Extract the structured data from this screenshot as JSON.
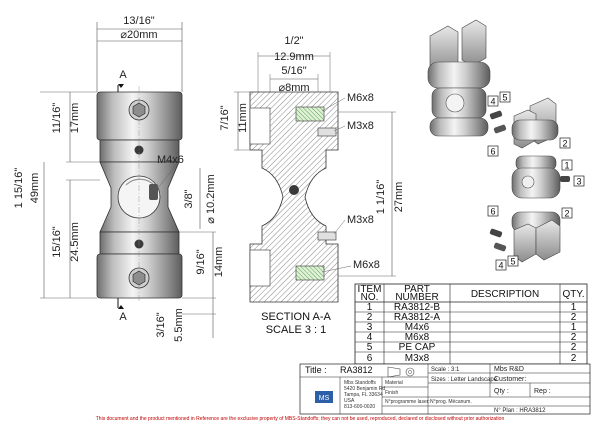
{
  "dimensions": {
    "top_width_in": "13/16\"",
    "top_width_mm": "⌀20mm",
    "upper_height_in": "11/16\"",
    "upper_height_mm": "17mm",
    "total_height_in": "1 15/16\"",
    "total_height_mm": "49mm",
    "lower_height_in": "15/16\"",
    "lower_height_mm": "24.5mm",
    "bottom_step_in": "3/16\"",
    "bottom_step_mm": "5.5mm",
    "thread_side": "M4x6",
    "bore_in": "3/8\"",
    "bore_mm": "⌀ 10.2mm",
    "lower_section_in": "9/16\"",
    "lower_section_mm": "14mm",
    "section_marker": "A",
    "sec_top_in": "1/2\"",
    "sec_top_mm": "12.9mm",
    "sec_inner_in": "5/16\"",
    "sec_inner_mm": "⌀8mm",
    "sec_left_in": "7/16\"",
    "sec_left_mm": "11mm",
    "sec_right_in": "1 1/16\"",
    "sec_right_mm": "27mm",
    "sec_screw_1": "M6x8",
    "sec_screw_2": "M3x8",
    "sec_screw_3": "M3x8",
    "sec_screw_4": "M6x8"
  },
  "section": {
    "title": "SECTION A-A",
    "scale": "SCALE 3 : 1"
  },
  "balloons": [
    "4",
    "5",
    "2",
    "6",
    "1",
    "3",
    "6",
    "2",
    "4",
    "5"
  ],
  "bom": {
    "headers": [
      "ITEM NO.",
      "PART NUMBER",
      "DESCRIPTION",
      "QTY."
    ],
    "header_item_l1": "ITEM",
    "header_item_l2": "NO.",
    "header_part_l1": "PART",
    "header_part_l2": "NUMBER",
    "header_desc": "DESCRIPTION",
    "header_qty": "QTY.",
    "rows": [
      {
        "item": "1",
        "part": "RA3812-B",
        "desc": "",
        "qty": "1"
      },
      {
        "item": "2",
        "part": "RA3812-A",
        "desc": "",
        "qty": "2"
      },
      {
        "item": "3",
        "part": "M4x6",
        "desc": "",
        "qty": "1"
      },
      {
        "item": "4",
        "part": "M6x8",
        "desc": "",
        "qty": "2"
      },
      {
        "item": "5",
        "part": "PE CAP",
        "desc": "",
        "qty": "2"
      },
      {
        "item": "6",
        "part": "M3x8",
        "desc": "",
        "qty": "2"
      }
    ]
  },
  "title_block": {
    "title_label": "Title :",
    "title_value": "RA3812",
    "scale": "Scale : 3:1",
    "sizes": "Sizes : Letter Landscape",
    "company": "Mbs R&D",
    "customer": "Customer:",
    "qty": "Qty :",
    "rep": "Rep :",
    "plan": "N° Plan : HRA3812",
    "material": "Material",
    "finish": "Finish",
    "programme": "N°programme laser:",
    "prog_mecanum": "N°prog. Mécanum.",
    "logo": "MS",
    "address_1": "Mbs Standoffs",
    "address_2": "5420 Benjamin Rd",
    "address_3": "Tampa, FL 33634",
    "address_4": "USA",
    "address_5": "813-600-0020"
  },
  "footer": "This document and the product mentioned in Reference are the exclusive property of MBS-Standoffs; they can not be used, reproduced, declared or disclosed without prior authorization"
}
